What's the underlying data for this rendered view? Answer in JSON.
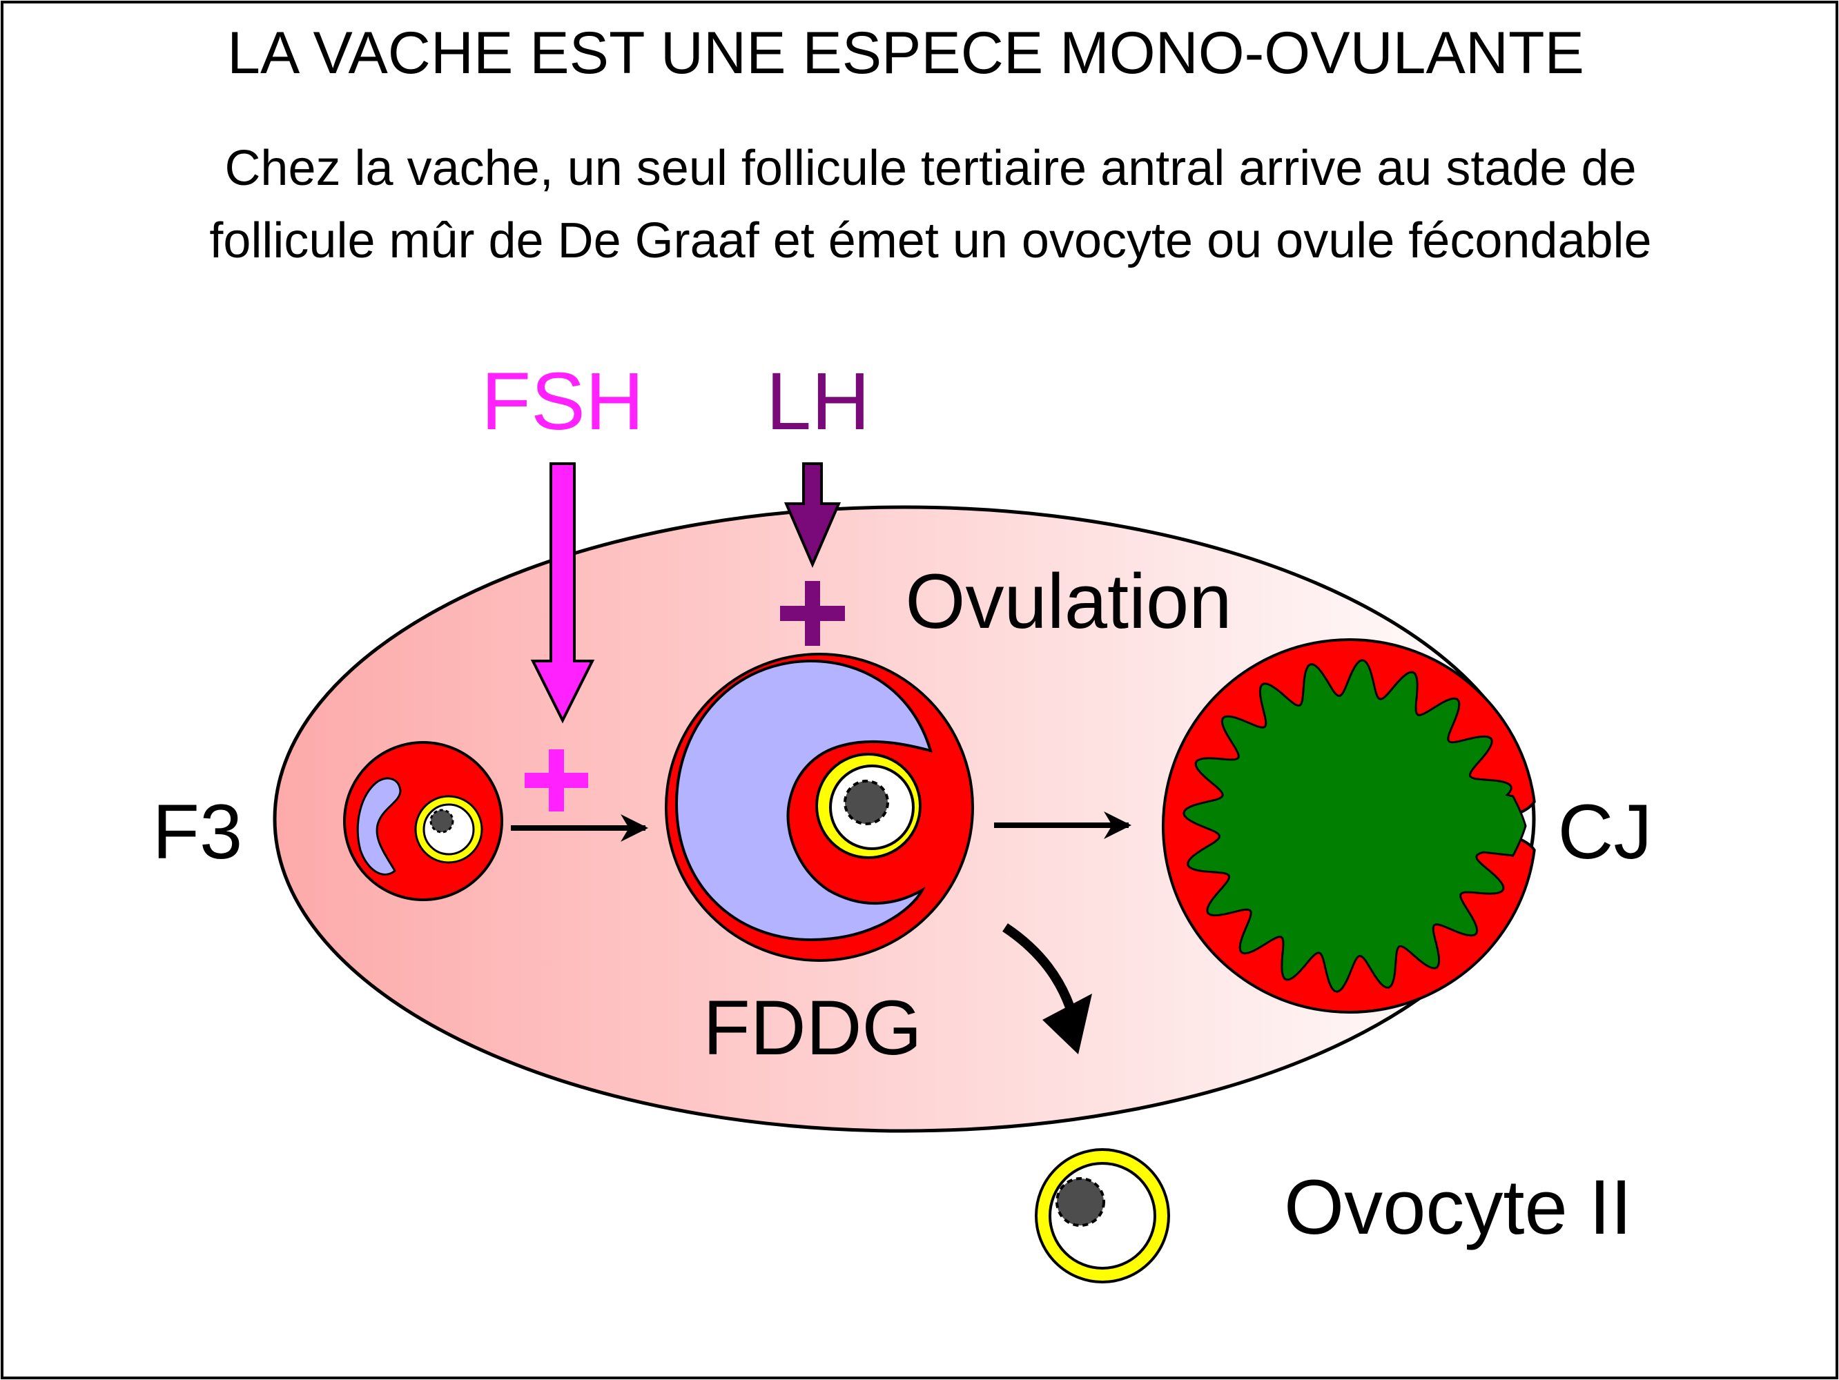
{
  "title": "LA VACHE EST UNE ESPECE MONO-OVULANTE",
  "subtitle_line1": "Chez la vache, un seul follicule tertiaire antral arrive au stade de",
  "subtitle_line2": "follicule mûr de De Graaf et émet un ovocyte ou ovule fécondable",
  "hormones": {
    "fsh": {
      "label": "FSH",
      "effect": "+",
      "color": "#ff22ff"
    },
    "lh": {
      "label": "LH",
      "effect": "+",
      "color": "#7a0a7a"
    }
  },
  "labels": {
    "f3": "F3",
    "fddg": "FDDG",
    "ovulation": "Ovulation",
    "cj": "CJ",
    "ovocyte": "Ovocyte II"
  },
  "colors": {
    "ovary_left": "#fdaaaa",
    "ovary_right": "#ffffff",
    "granulosa": "#ff0000",
    "antrum": "#b3b3ff",
    "zona": "#ffff00",
    "nucleus": "#4d4d4d",
    "luteal_core": "#007f00"
  }
}
